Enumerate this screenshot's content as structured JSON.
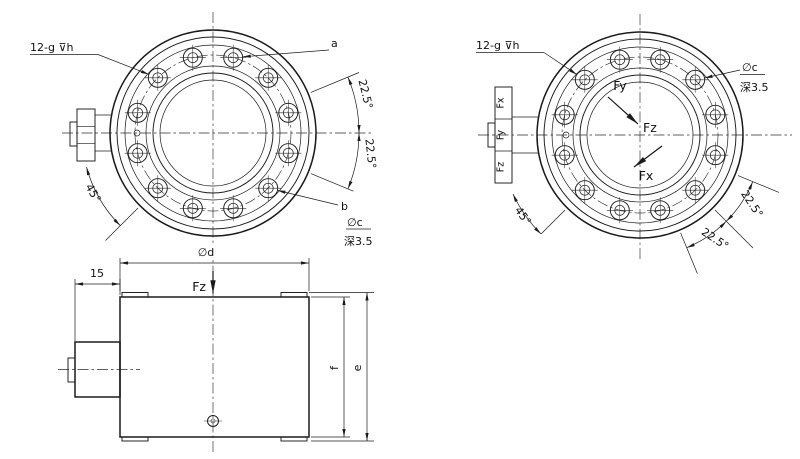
{
  "colors": {
    "background": "#ffffff",
    "line": "#1b1b1b"
  },
  "front_view": {
    "bolt_spec": "12-g ⊽h",
    "hole_label_a": "a",
    "hole_label_b": "b",
    "angle_upper": "22.5°",
    "angle_lower": "22.5°",
    "angle_left": "45°",
    "counterbore_dia": "∅c",
    "counterbore_depth": "深3.5"
  },
  "side_view": {
    "body_dia": "∅d",
    "connector_width": "15",
    "force_axial": "Fz",
    "height_inner": "f",
    "height_overall": "e"
  },
  "right_view": {
    "bolt_spec": "12-g ⊽h",
    "counterbore_dia": "∅c",
    "counterbore_depth": "深3.5",
    "force_x": "Fx",
    "force_y": "Fy",
    "force_z": "Fz",
    "connector_channels": [
      "Fx",
      "Fy",
      "Fz"
    ],
    "angle_upper": "22.5°",
    "angle_lower": "22.5°",
    "angle_left": "45°"
  }
}
